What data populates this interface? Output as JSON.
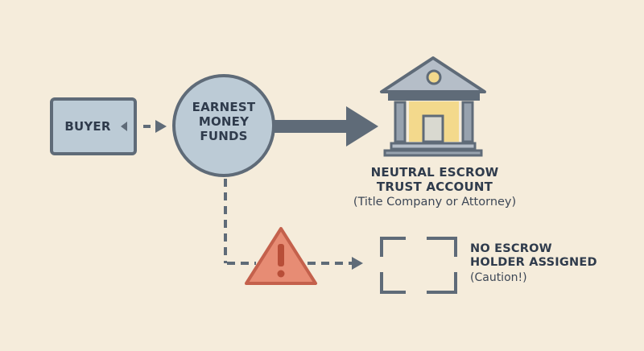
{
  "buyer": {
    "label": "BUYER"
  },
  "funds": {
    "line1": "EARNEST",
    "line2": "MONEY",
    "line3": "FUNDS"
  },
  "escrow": {
    "line1": "NEUTRAL ESCROW",
    "line2": "TRUST ACCOUNT",
    "line3": "(Title Company or Attorney)"
  },
  "warning": {
    "line1": "NO ESCROW",
    "line2": "HOLDER ASSIGNED",
    "line3": "(Caution!)"
  },
  "colors": {
    "background": "#f5ecdb",
    "box_fill": "#bccbd6",
    "stroke": "#5f6b78",
    "bank_roof": "#b5bec8",
    "bank_door": "#f3d98c",
    "warning_fill": "#e78c74",
    "warning_stroke": "#c4614c"
  },
  "icons": [
    "bank-icon",
    "warning-triangle-icon",
    "dashed-placeholder-box"
  ]
}
